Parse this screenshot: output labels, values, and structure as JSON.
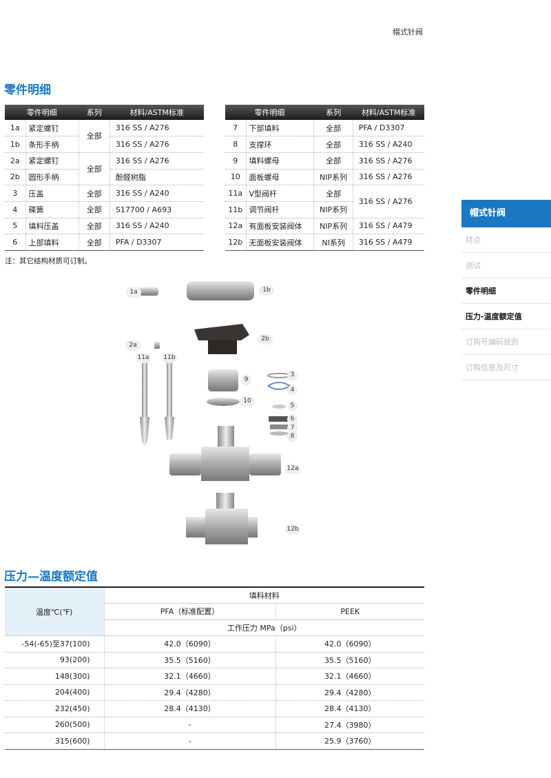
{
  "running_title": "帽式针阀",
  "parts_section": {
    "title": "零件明细",
    "headers": [
      "零件明细",
      "系列",
      "材料/ASTM标准"
    ],
    "left_rows": [
      {
        "num": "1a",
        "name": "紧定螺钉",
        "series": "全部",
        "material": "316 SS / A276"
      },
      {
        "num": "1b",
        "name": "条形手柄",
        "series": "",
        "material": "316 SS / A276"
      },
      {
        "num": "2a",
        "name": "紧定螺钉",
        "series": "全部",
        "material": "316 SS / A276"
      },
      {
        "num": "2b",
        "name": "圆形手柄",
        "series": "",
        "material": "酚醛树脂"
      },
      {
        "num": "3",
        "name": "压盖",
        "series": "全部",
        "material": "316 SS / A240"
      },
      {
        "num": "4",
        "name": "碟簧",
        "series": "全部",
        "material": "S17700 / A693"
      },
      {
        "num": "5",
        "name": "填料压盖",
        "series": "全部",
        "material": "316 SS / A240"
      },
      {
        "num": "6",
        "name": "上部填料",
        "series": "全部",
        "material": "PFA / D3307"
      }
    ],
    "right_rows": [
      {
        "num": "7",
        "name": "下部填料",
        "series": "全部",
        "material": "PFA / D3307"
      },
      {
        "num": "8",
        "name": "支撑环",
        "series": "全部",
        "material": "316 SS / A240"
      },
      {
        "num": "9",
        "name": "填料螺母",
        "series": "全部",
        "material": "316 SS / A276"
      },
      {
        "num": "10",
        "name": "面板螺母",
        "series": "NIP系列",
        "material": "316 SS / A276"
      },
      {
        "num": "11a",
        "name": "V型阀杆",
        "series": "全部",
        "material": "316 SS / A276"
      },
      {
        "num": "11b",
        "name": "调节阀杆",
        "series": "NIP系列",
        "material": ""
      },
      {
        "num": "12a",
        "name": "有面板安装阀体",
        "series": "NIP系列",
        "material": "316 SS / A479"
      },
      {
        "num": "12b",
        "name": "无面板安装阀体",
        "series": "NI系列",
        "material": "316 SS / A479"
      }
    ],
    "note": "注：其它结构材质可订制。"
  },
  "diagram": {
    "callouts": [
      "1a",
      "1b",
      "2a",
      "2b",
      "11a",
      "11b",
      "9",
      "10",
      "3",
      "4",
      "5",
      "6",
      "7",
      "8",
      "12a",
      "12b"
    ]
  },
  "sidenav": {
    "active": "帽式针阀",
    "items": [
      "特点",
      "测试",
      "零件明细",
      "压力-温度额定值",
      "订购号编码规则",
      "订购信息及尺寸"
    ]
  },
  "pt_section": {
    "title": "压力—温度额定值",
    "temp_header": "温度℃(℉)",
    "packing_header": "填料材料",
    "pfa_header": "PFA（标准配置）",
    "peek_header": "PEEK",
    "pressure_header": "工作压力 MPa（psi）",
    "rows": [
      {
        "temp": "-54(-65)至37(100)",
        "pfa": "42.0（6090）",
        "peek": "42.0（6090）"
      },
      {
        "temp": "93(200)",
        "pfa": "35.5（5160）",
        "peek": "35.5（5160）"
      },
      {
        "temp": "148(300)",
        "pfa": "32.1（4660）",
        "peek": "32.1（4660）"
      },
      {
        "temp": "204(400)",
        "pfa": "29.4（4280）",
        "peek": "29.4（4280）"
      },
      {
        "temp": "232(450)",
        "pfa": "28.4（4130）",
        "peek": "28.4（4130）"
      },
      {
        "temp": "260(500)",
        "pfa": "-",
        "peek": "27.4（3980）"
      },
      {
        "temp": "315(600)",
        "pfa": "-",
        "peek": "25.9（3760）"
      }
    ]
  }
}
